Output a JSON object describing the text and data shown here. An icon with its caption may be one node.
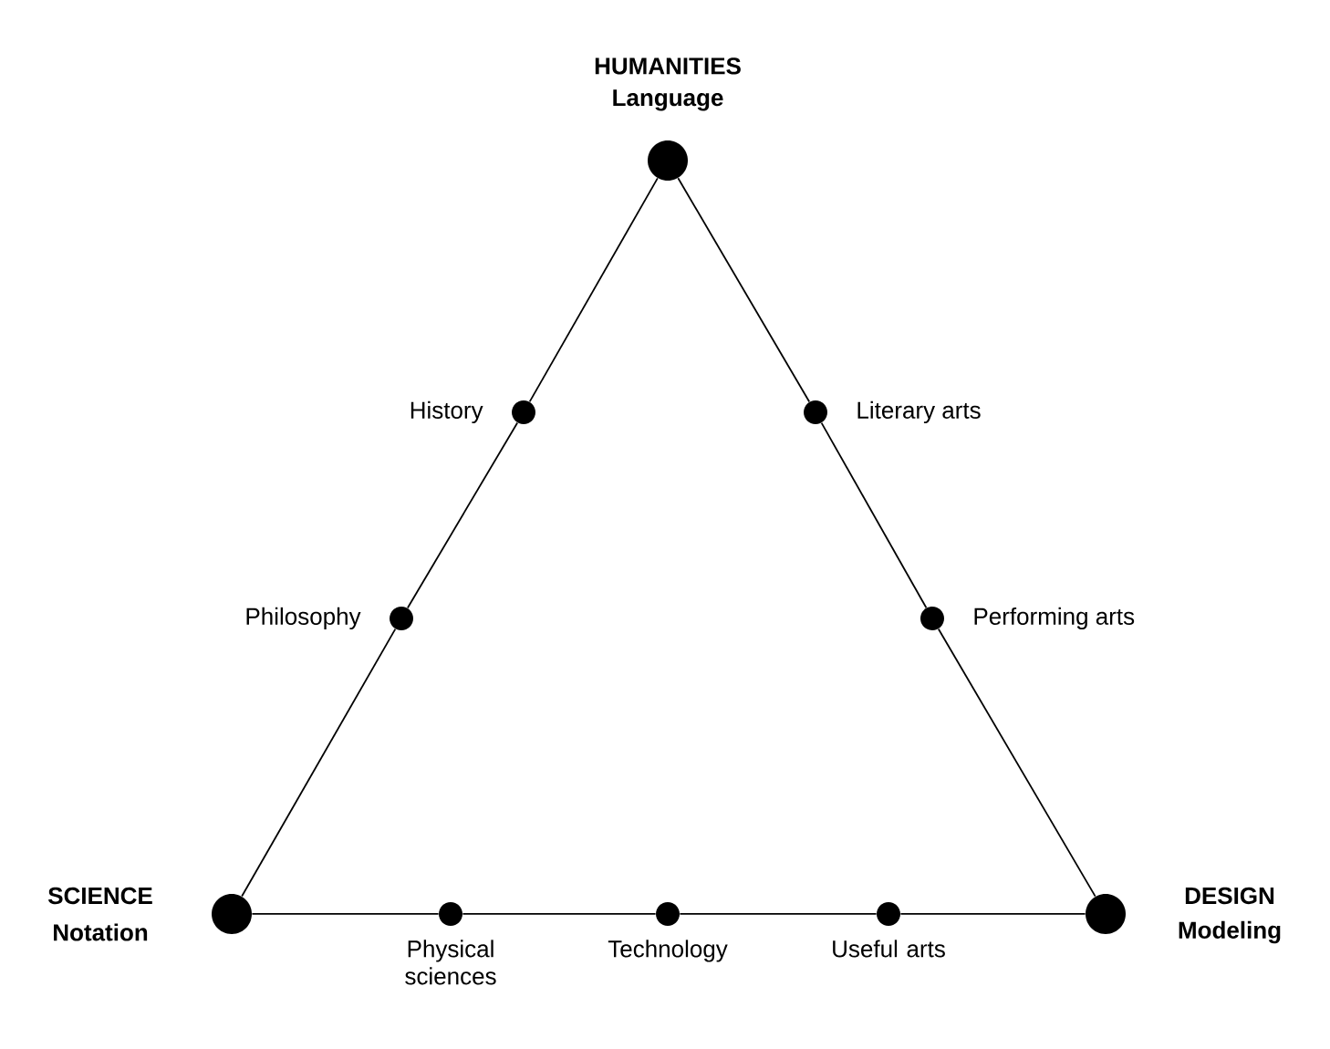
{
  "diagram": {
    "nodes": [
      {
        "text": [],
        "shape": "circle",
        "beside": [
          "HUMANITIES",
          "Language"
        ]
      },
      {
        "text": [],
        "shape": "circle",
        "beside": [
          "History"
        ]
      },
      {
        "text": [],
        "shape": "circle",
        "beside": [
          "Literary arts"
        ]
      },
      {
        "text": [],
        "shape": "circle",
        "beside": [
          "Philosophy"
        ]
      },
      {
        "text": [],
        "shape": "circle",
        "beside": [
          "Performing arts"
        ]
      },
      {
        "text": [],
        "shape": "circle",
        "beside": [
          "SCIENCE",
          "Notation"
        ]
      },
      {
        "text": [],
        "shape": "circle",
        "beside": [
          "Physical sciences"
        ]
      },
      {
        "text": [],
        "shape": "circle",
        "beside": [
          "Technology"
        ]
      },
      {
        "text": [],
        "shape": "circle",
        "beside": [
          "Useful arts"
        ]
      },
      {
        "text": [],
        "shape": "circle",
        "beside": [
          "DESIGN",
          "Modeling"
        ]
      }
    ],
    "edges": [
      {
        "from": 0,
        "to": 1,
        "arrow": "none"
      },
      {
        "from": 1,
        "to": 3,
        "arrow": "none"
      },
      {
        "from": 3,
        "to": 5,
        "arrow": "none"
      },
      {
        "from": 0,
        "to": 2,
        "arrow": "none"
      },
      {
        "from": 2,
        "to": 4,
        "arrow": "none"
      },
      {
        "from": 4,
        "to": 9,
        "arrow": "none"
      },
      {
        "from": 5,
        "to": 6,
        "arrow": "none"
      },
      {
        "from": 6,
        "to": 7,
        "arrow": "none"
      },
      {
        "from": 7,
        "to": 8,
        "arrow": "none"
      },
      {
        "from": 8,
        "to": 9,
        "arrow": "none"
      }
    ]
  }
}
